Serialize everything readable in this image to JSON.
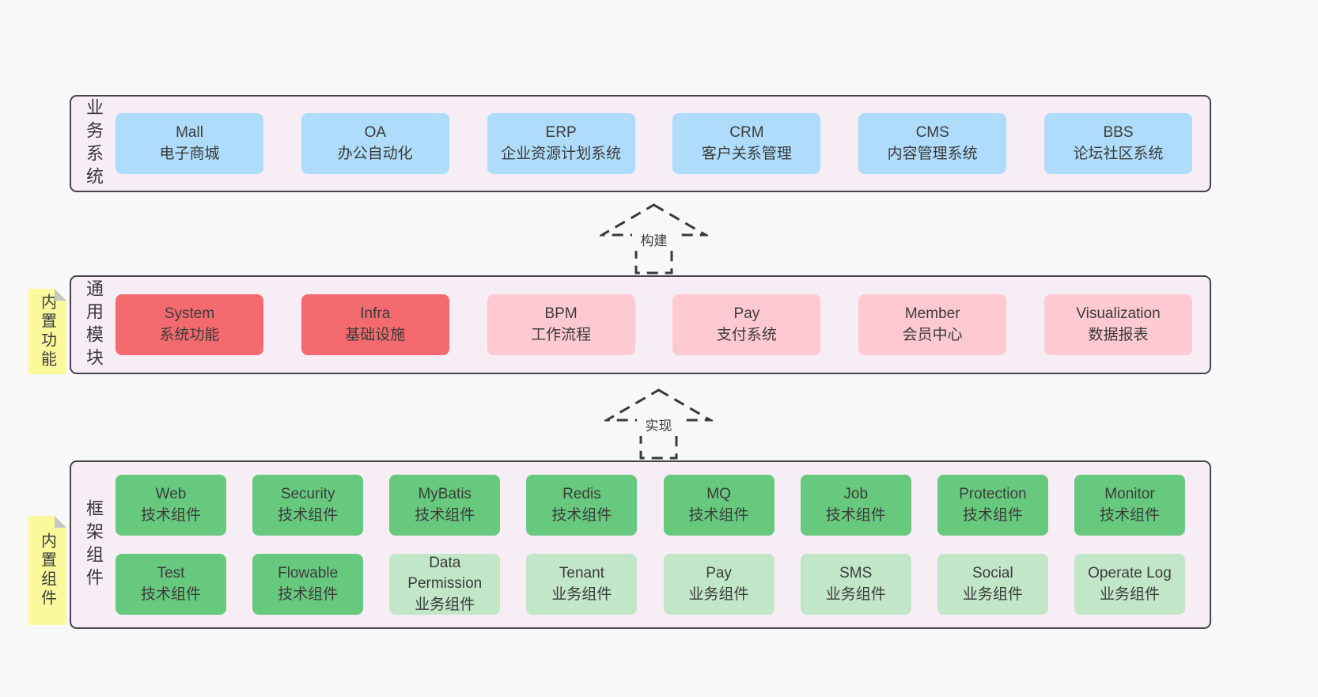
{
  "colors": {
    "page_bg": "#f8f8f8",
    "band_bg": "#f7edf5",
    "band_border": "#45454b",
    "blue_box": "#aedcfa",
    "red_box": "#f56a6f",
    "pink_box": "#fec9d1",
    "green_box": "#67c97e",
    "light_green_box": "#c1e6c8",
    "sticky_yellow": "#fafa9d",
    "text": "#3c3c3c"
  },
  "layers": [
    {
      "label": "业务系统",
      "boxes": [
        {
          "en": "Mall",
          "zh": "电子商城",
          "variant": "blue"
        },
        {
          "en": "OA",
          "zh": "办公自动化",
          "variant": "blue"
        },
        {
          "en": "ERP",
          "zh": "企业资源计划系统",
          "variant": "blue"
        },
        {
          "en": "CRM",
          "zh": "客户关系管理",
          "variant": "blue"
        },
        {
          "en": "CMS",
          "zh": "内容管理系统",
          "variant": "blue"
        },
        {
          "en": "BBS",
          "zh": "论坛社区系统",
          "variant": "blue"
        }
      ]
    },
    {
      "label": "通用模块",
      "sticky": "内置功能",
      "boxes": [
        {
          "en": "System",
          "zh": "系统功能",
          "variant": "red"
        },
        {
          "en": "Infra",
          "zh": "基础设施",
          "variant": "red"
        },
        {
          "en": "BPM",
          "zh": "工作流程",
          "variant": "pink"
        },
        {
          "en": "Pay",
          "zh": "支付系统",
          "variant": "pink"
        },
        {
          "en": "Member",
          "zh": "会员中心",
          "variant": "pink"
        },
        {
          "en": "Visualization",
          "zh": "数据报表",
          "variant": "pink"
        }
      ]
    },
    {
      "label": "框架组件",
      "sticky": "内置组件",
      "rows": [
        [
          {
            "en": "Web",
            "zh": "技术组件",
            "variant": "green"
          },
          {
            "en": "Security",
            "zh": "技术组件",
            "variant": "green"
          },
          {
            "en": "MyBatis",
            "zh": "技术组件",
            "variant": "green"
          },
          {
            "en": "Redis",
            "zh": "技术组件",
            "variant": "green"
          },
          {
            "en": "MQ",
            "zh": "技术组件",
            "variant": "green"
          },
          {
            "en": "Job",
            "zh": "技术组件",
            "variant": "green"
          },
          {
            "en": "Protection",
            "zh": "技术组件",
            "variant": "green"
          },
          {
            "en": "Monitor",
            "zh": "技术组件",
            "variant": "green"
          }
        ],
        [
          {
            "en": "Test",
            "zh": "技术组件",
            "variant": "green"
          },
          {
            "en": "Flowable",
            "zh": "技术组件",
            "variant": "green"
          },
          {
            "en": "Data Permission",
            "zh": "业务组件",
            "variant": "lightgreen"
          },
          {
            "en": "Tenant",
            "zh": "业务组件",
            "variant": "lightgreen"
          },
          {
            "en": "Pay",
            "zh": "业务组件",
            "variant": "lightgreen"
          },
          {
            "en": "SMS",
            "zh": "业务组件",
            "variant": "lightgreen"
          },
          {
            "en": "Social",
            "zh": "业务组件",
            "variant": "lightgreen"
          },
          {
            "en": "Operate Log",
            "zh": "业务组件",
            "variant": "lightgreen"
          }
        ]
      ]
    }
  ],
  "arrows": [
    {
      "label": "构建"
    },
    {
      "label": "实现"
    }
  ]
}
